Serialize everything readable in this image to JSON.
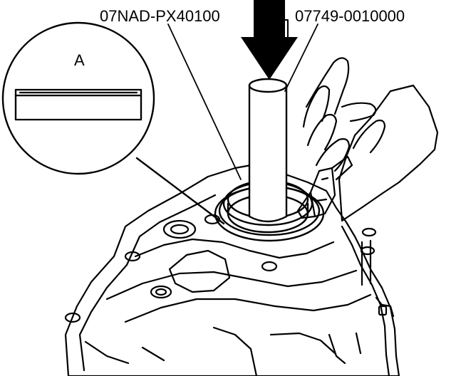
{
  "labels": {
    "tool_driver": "07NAD-PX40100",
    "tool_handle": "07749-0010000",
    "detail": "A"
  },
  "colors": {
    "line": "#000000",
    "background": "#ffffff"
  }
}
